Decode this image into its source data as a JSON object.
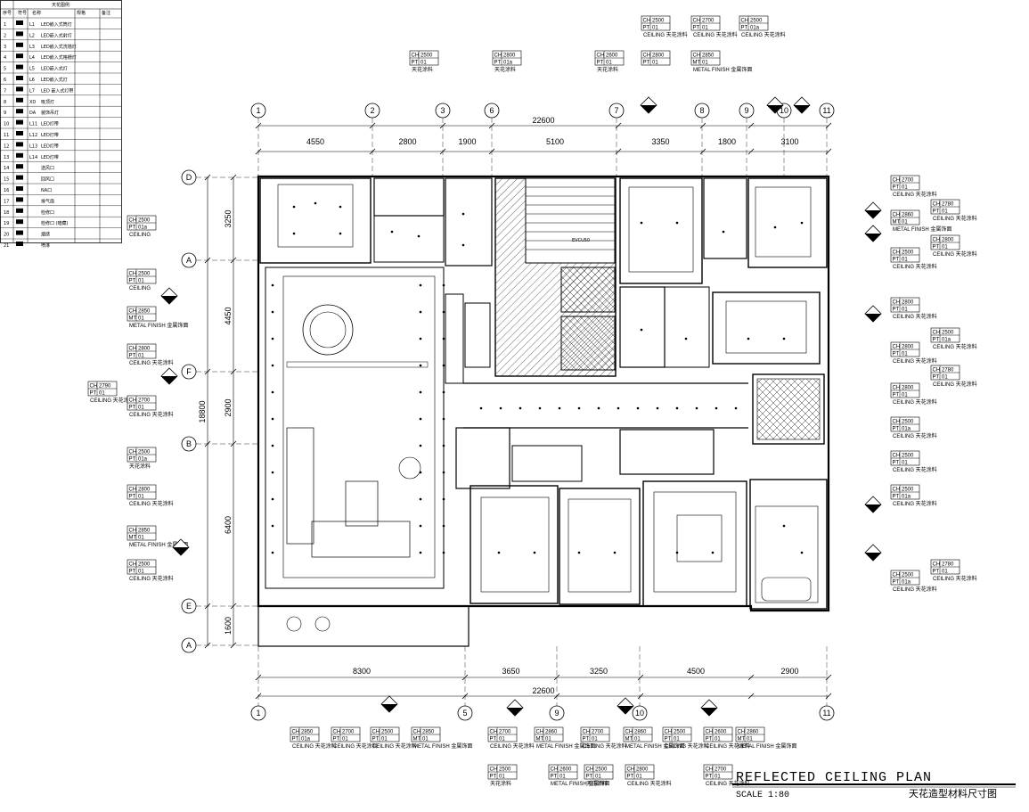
{
  "legend": {
    "title": "天花图例",
    "headers": [
      "序号",
      "符号",
      "名称",
      "规格",
      "备注"
    ],
    "rows": [
      {
        "no": "1",
        "code": "L1",
        "name": "LED嵌入式筒灯"
      },
      {
        "no": "2",
        "code": "L2",
        "name": "LED嵌入式射灯"
      },
      {
        "no": "3",
        "code": "L3",
        "name": "LED嵌入式洗墙灯"
      },
      {
        "no": "4",
        "code": "L4",
        "name": "LED嵌入式格栅灯"
      },
      {
        "no": "5",
        "code": "L5",
        "name": "LED嵌入式灯"
      },
      {
        "no": "6",
        "code": "L6",
        "name": "LED嵌入式灯"
      },
      {
        "no": "7",
        "code": "L7",
        "name": "LED 嵌入式灯带"
      },
      {
        "no": "8",
        "code": "XD",
        "name": "吸顶灯"
      },
      {
        "no": "9",
        "code": "DA",
        "name": "装饰吊灯"
      },
      {
        "no": "10",
        "code": "L11",
        "name": "LED灯带"
      },
      {
        "no": "11",
        "code": "L12",
        "name": "LED灯带"
      },
      {
        "no": "12",
        "code": "L13",
        "name": "LED灯带"
      },
      {
        "no": "13",
        "code": "L14",
        "name": "LED灯带"
      },
      {
        "no": "14",
        "code": "",
        "name": "送风口"
      },
      {
        "no": "15",
        "code": "",
        "name": "回风口"
      },
      {
        "no": "16",
        "code": "",
        "name": "NA口"
      },
      {
        "no": "17",
        "code": "",
        "name": "排气扇"
      },
      {
        "no": "18",
        "code": "",
        "name": "检修口"
      },
      {
        "no": "19",
        "code": "",
        "name": "检修口 (暗藏)"
      },
      {
        "no": "20",
        "code": "",
        "name": "烟感"
      },
      {
        "no": "21",
        "code": "",
        "name": "喷淋"
      }
    ]
  },
  "grid": {
    "top": [
      "1",
      "2",
      "3",
      "6",
      "7",
      "8",
      "9",
      "10",
      "11"
    ],
    "bottom": [
      "1",
      "5",
      "9",
      "10",
      "11"
    ],
    "left": [
      "D",
      "A",
      "F",
      "B",
      "E",
      "A"
    ]
  },
  "dimensions": {
    "top_total": "22600",
    "top": [
      "4550",
      "2800",
      "1900",
      "5100",
      "3350",
      "1800",
      "3100"
    ],
    "bottom_total": "22600",
    "bottom": [
      "8300",
      "3650",
      "3250",
      "4500",
      "2900"
    ],
    "left_total": "18800",
    "left": [
      "3250",
      "4450",
      "2900",
      "6400",
      "1600"
    ]
  },
  "tags_top": [
    {
      "ch": "CH 2500",
      "pt": "PT 01",
      "desc": "天花涂料"
    },
    {
      "ch": "CH 2800",
      "pt": "PT 01a",
      "desc": "天花涂料"
    },
    {
      "ch": "CH 2600",
      "pt": "PT 01",
      "desc": "天花涂料"
    },
    {
      "ch": "CH 2500",
      "pt": "PT 01",
      "desc": "CEILING 天花涂料"
    },
    {
      "ch": "CH 2800",
      "pt": "PT 01",
      "desc": ""
    },
    {
      "ch": "CH 2700",
      "pt": "PT 01",
      "desc": "CEILING 天花涂料"
    },
    {
      "ch": "CH 2850",
      "pt": "MT 01",
      "desc": "METAL FINISH 金属饰面"
    },
    {
      "ch": "CH 2500",
      "pt": "PT 01a",
      "desc": "CEILING 天花涂料"
    }
  ],
  "tags_left": [
    {
      "ch": "CH 2500",
      "pt": "PT 01a",
      "desc": "CEILING"
    },
    {
      "ch": "CH 2500",
      "pt": "PT 01",
      "desc": "CEILING"
    },
    {
      "ch": "CH 2850",
      "pt": "MT 01",
      "desc": "METAL FINISH 金属饰面"
    },
    {
      "ch": "CH 2800",
      "pt": "PT 01",
      "desc": "CEILING 天花涂料"
    },
    {
      "ch": "CH 2790",
      "pt": "PT 01",
      "desc": "CEILING 天花涂料"
    },
    {
      "ch": "CH 2700",
      "pt": "PT 01",
      "desc": "CEILING 天花涂料"
    },
    {
      "ch": "CH 2500",
      "pt": "PT 01a",
      "desc": "天花涂料"
    },
    {
      "ch": "CH 2800",
      "pt": "PT 01",
      "desc": "CEILING 天花涂料"
    },
    {
      "ch": "CH 2850",
      "pt": "MT 01",
      "desc": "METAL FINISH 金属饰面"
    },
    {
      "ch": "CH 2500",
      "pt": "PT 01",
      "desc": "CEILING 天花涂料"
    }
  ],
  "tags_right": [
    {
      "ch": "CH 2700",
      "pt": "PT 01",
      "desc": "CEILING 天花涂料"
    },
    {
      "ch": "CH 2860",
      "pt": "MT 01",
      "desc": "METAL FINISH 金属饰面"
    },
    {
      "ch": "CH 2500",
      "pt": "PT 01",
      "desc": "CEILING 天花涂料"
    },
    {
      "ch": "CH 2800",
      "pt": "PT 01",
      "desc": "CEILING 天花涂料"
    },
    {
      "ch": "CH 2800",
      "pt": "PT 01",
      "desc": "CEILING 天花涂料"
    },
    {
      "ch": "CH 2800",
      "pt": "PT 01",
      "desc": "CEILING 天花涂料"
    },
    {
      "ch": "CH 2500",
      "pt": "PT 01a",
      "desc": "CEILING 天花涂料"
    },
    {
      "ch": "CH 2500",
      "pt": "PT 01",
      "desc": "CEILING 天花涂料"
    },
    {
      "ch": "CH 2500",
      "pt": "PT 01a",
      "desc": "CEILING 天花涂料"
    },
    {
      "ch": "CH 2500",
      "pt": "PT 01a",
      "desc": "CEILING 天花涂料"
    }
  ],
  "tags_right2": [
    {
      "ch": "CH 2780",
      "pt": "PT 01",
      "desc": "CEILING 天花涂料"
    },
    {
      "ch": "CH 2800",
      "pt": "PT 01",
      "desc": "CEILING 天花涂料"
    },
    {
      "ch": "CH 2500",
      "pt": "PT 01a",
      "desc": "CEILING 天花涂料"
    },
    {
      "ch": "CH 2780",
      "pt": "PT 01",
      "desc": "CEILING 天花涂料"
    },
    {
      "ch": "CH 2780",
      "pt": "PT 01",
      "desc": "CEILING 天花涂料"
    }
  ],
  "tags_bottom": [
    {
      "ch": "CH 2850",
      "pt": "PT 01a",
      "desc": "CEILING 天花涂料"
    },
    {
      "ch": "CH 2700",
      "pt": "PT 01",
      "desc": "CEILING 天花涂料"
    },
    {
      "ch": "CH 2500",
      "pt": "PT 01",
      "desc": "CEILING 天花涂料"
    },
    {
      "ch": "CH 2850",
      "pt": "MT 01",
      "desc": "METAL FINISH 金属饰面"
    },
    {
      "ch": "CH 2700",
      "pt": "PT 01",
      "desc": "CEILING 天花涂料"
    },
    {
      "ch": "CH 2860",
      "pt": "MT 01",
      "desc": "METAL FINISH 金属饰面"
    },
    {
      "ch": "CH 2700",
      "pt": "PT 01",
      "desc": "CEILING 天花涂料"
    },
    {
      "ch": "CH 2860",
      "pt": "MT 01",
      "desc": "METAL FINISH 金属饰面"
    },
    {
      "ch": "CH 2500",
      "pt": "PT 01",
      "desc": "CEILING 天花涂料"
    },
    {
      "ch": "CH 2600",
      "pt": "PT 01",
      "desc": "CEILING 天花涂料"
    },
    {
      "ch": "CH 2860",
      "pt": "MT 01",
      "desc": "METAL FINISH 金属饰面"
    }
  ],
  "tags_bottom2": [
    {
      "ch": "CH 2500",
      "pt": "PT 01",
      "desc": "天花涂料"
    },
    {
      "ch": "CH 2600",
      "pt": "PT 01",
      "desc": "METAL FINISH 金属饰面"
    },
    {
      "ch": "CH 2500",
      "pt": "PT 01",
      "desc": "天花涂料"
    },
    {
      "ch": "CH 2800",
      "pt": "PT 01",
      "desc": "CEILING 天花涂料"
    },
    {
      "ch": "CH 2700",
      "pt": "PT 01",
      "desc": "CEILING 天花涂料"
    }
  ],
  "room_label": "EVCU50",
  "title": {
    "en": "REFLECTED CEILING PLAN",
    "scale": "SCALE 1:80",
    "zh": "天花造型材料尺寸图"
  }
}
